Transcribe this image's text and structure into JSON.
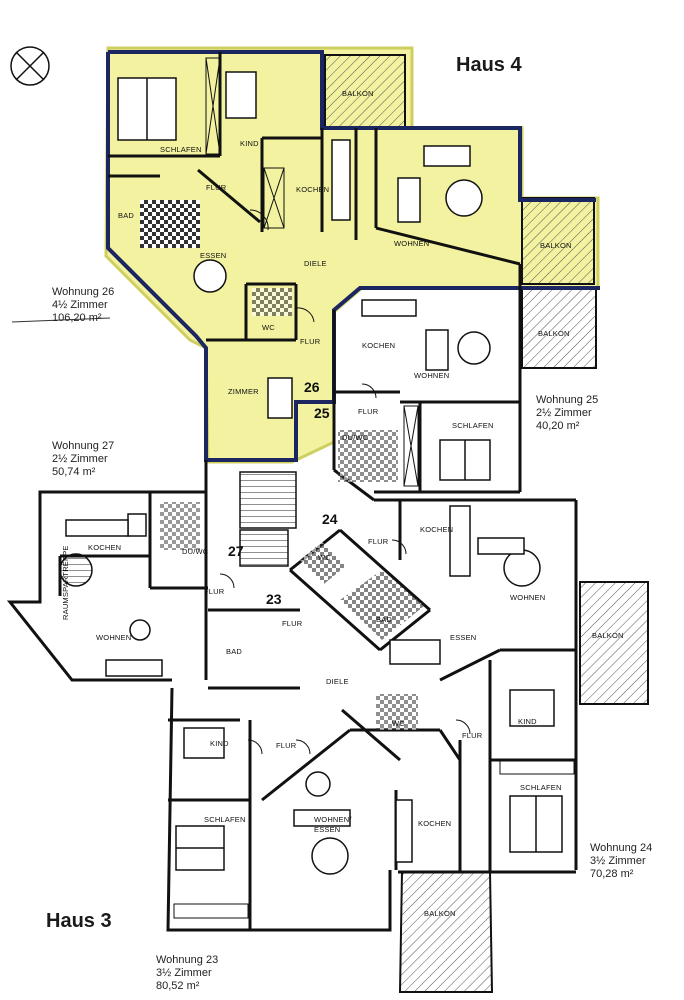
{
  "titles": {
    "haus4": "Haus 4",
    "haus3": "Haus 3"
  },
  "units": {
    "w26": {
      "name": "Wohnung 26",
      "rooms": "4½ Zimmer",
      "area": "106,20 m²"
    },
    "w25": {
      "name": "Wohnung 25",
      "rooms": "2½ Zimmer",
      "area": "40,20 m²"
    },
    "w27": {
      "name": "Wohnung 27",
      "rooms": "2½ Zimmer",
      "area": "50,74 m²"
    },
    "w24": {
      "name": "Wohnung 24",
      "rooms": "3½ Zimmer",
      "area": "70,28 m²"
    },
    "w23": {
      "name": "Wohnung 23",
      "rooms": "3½ Zimmer",
      "area": "80,52 m²"
    }
  },
  "rooms": {
    "schlafen": "SCHLAFEN",
    "kind": "KIND",
    "flur": "FLUR",
    "kochen": "KOCHEN",
    "bad": "BAD",
    "essen": "ESSEN",
    "diele": "DIELE",
    "wohnen": "WOHNEN",
    "balkon": "BALKON",
    "wc": "WC",
    "zimmer": "ZIMMER",
    "du_wc": "DU/WC",
    "raumspartreppe": "RAUMSPARTREPPE",
    "wohnen_essen_1": "WOHNEN/",
    "wohnen_essen_2": "ESSEN"
  },
  "numbers": {
    "n26": "26",
    "n25": "25",
    "n24": "24",
    "n27": "27",
    "n23": "23"
  },
  "colors": {
    "highlight": "#f2f2a0",
    "wall": "#111111",
    "outline26": "#1c2660",
    "hatch": "#555555"
  }
}
